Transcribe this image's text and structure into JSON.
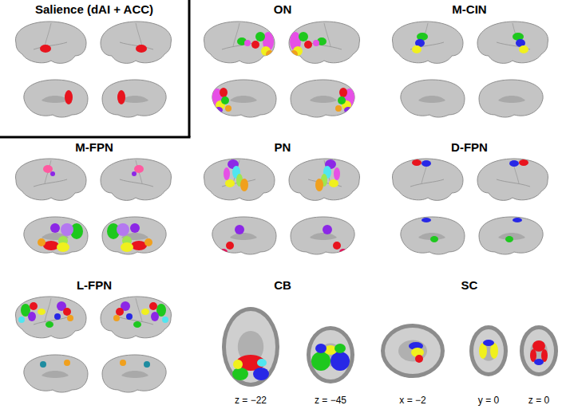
{
  "diagram": {
    "labels": [
      "Salience (dAI + ACC)",
      "ON",
      "M-CIN",
      "M-FPN",
      "PN",
      "D-FPN",
      "L-FPN",
      "CB",
      "SC",
      "z = −22",
      "z = −45",
      "x = −2",
      "y = 0",
      "z = 0"
    ]
  }
}
